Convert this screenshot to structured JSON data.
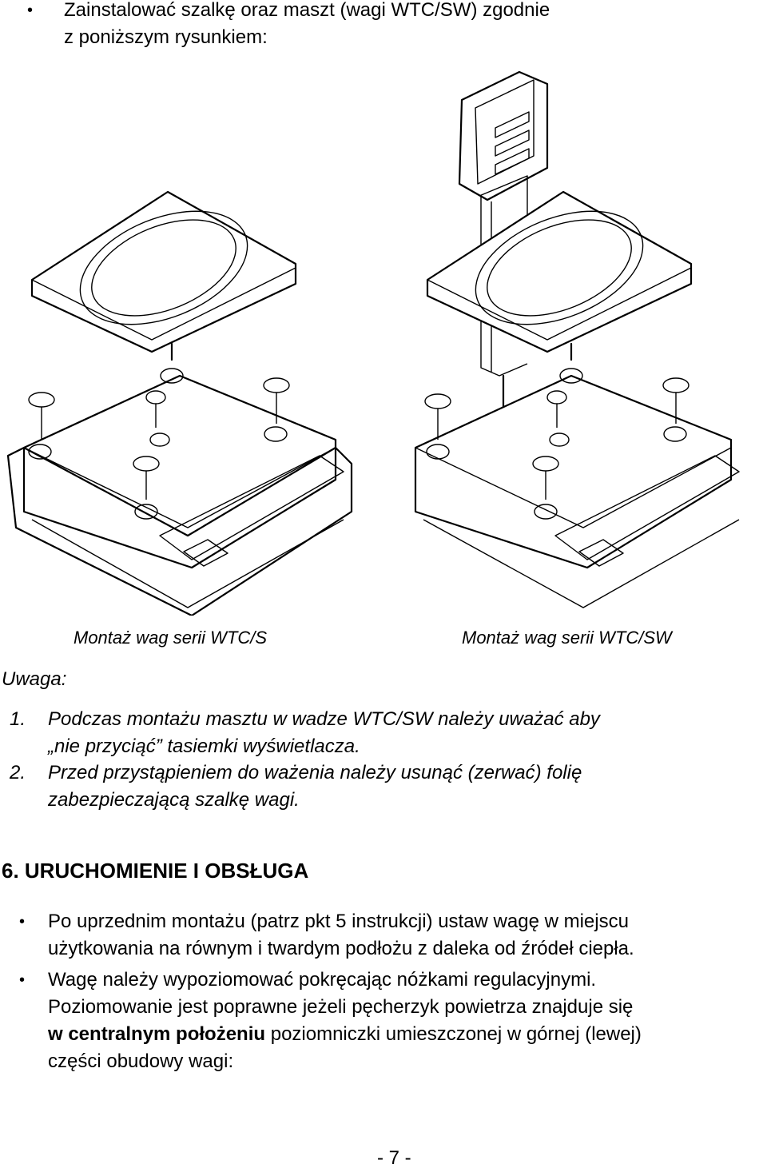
{
  "intro": {
    "bullet": "•",
    "line1": "Zainstalować szalkę oraz maszt (wagi WTC/SW) zgodnie",
    "line2": "z poniższym rysunkiem:"
  },
  "figure": {
    "caption_left": "Montaż wag serii WTC/S",
    "caption_right": "Montaż wag serii WTC/SW"
  },
  "note": {
    "heading": "Uwaga:",
    "items": [
      {
        "num": "1.",
        "line1": "Podczas montażu masztu w wadze WTC/SW należy uważać aby",
        "line2": "„nie przyciąć” tasiemki wyświetlacza."
      },
      {
        "num": "2.",
        "line1": "Przed przystąpieniem do ważenia należy usunąć (zerwać) folię",
        "line2": "zabezpieczającą szalkę wagi."
      }
    ]
  },
  "section": {
    "heading": "6. URUCHOMIENIE I OBSŁUGA",
    "bullets": [
      {
        "lines": [
          "Po uprzednim montażu (patrz pkt 5 instrukcji) ustaw wagę w miejscu",
          "użytkowania na równym i twardym podłożu z daleka od źródeł ciepła."
        ]
      },
      {
        "line1": "Wagę należy wypoziomować pokręcając nóżkami regulacyjnymi.",
        "line2": "Poziomowanie jest poprawne jeżeli pęcherzyk powietrza znajduje się",
        "line3_bold": "w centralnym położeniu",
        "line3_rest": " poziomniczki umieszczonej w górnej (lewej)",
        "line4": "części obudowy wagi:"
      }
    ]
  },
  "page_number": "- 7 -"
}
